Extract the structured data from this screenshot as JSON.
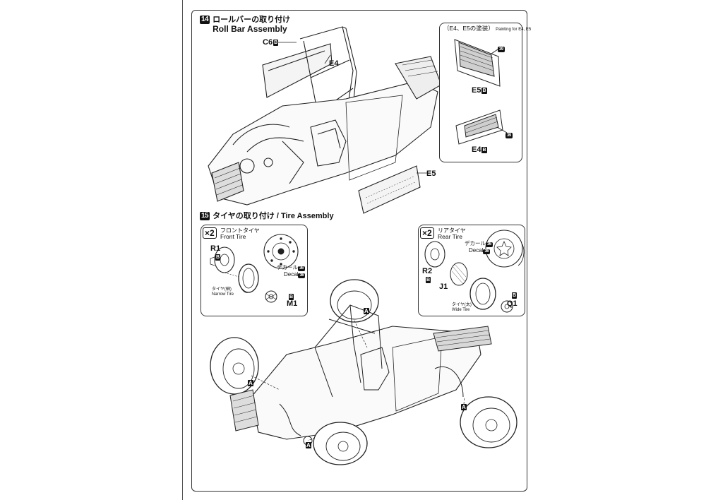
{
  "step14": {
    "number": "14",
    "title_jp": "ロールバーの取り付け",
    "title_en": "Roll Bar Assembly",
    "labels": {
      "c6": "C6",
      "c6_mark": "B",
      "e4": "E4",
      "e5": "E5"
    },
    "inset": {
      "title": "（E4、E5の塗装）",
      "subtitle": "Painting for E4, E5",
      "e5_label": "E5",
      "e5_mark": "B",
      "e4_label": "E4",
      "e4_mark": "B",
      "color_mark": "39"
    }
  },
  "step15": {
    "number": "15",
    "title": "タイヤの取り付け / Tire Assembly",
    "front": {
      "multiplier": "×2",
      "title_jp": "フロントタイヤ",
      "title_en": "Front Tire",
      "r1": "R1",
      "r1_mark": "B",
      "decal_jp": "デカール",
      "decal_en": "Decal",
      "decal_num": "36",
      "tire_jp": "タイヤ(細)",
      "tire_en": "Narrow Tire",
      "m1": "M1",
      "m1_mark": "B"
    },
    "rear": {
      "multiplier": "×2",
      "title_jp": "リアタイヤ",
      "title_en": "Rear Tire",
      "decal_jp": "デカール",
      "decal_en": "Decal",
      "decal_num": "36",
      "r2": "R2",
      "r2_mark": "B",
      "j1": "J1",
      "q1": "Q1",
      "q1_mark": "B",
      "tire_jp": "タイヤ(太)",
      "tire_en": "Wide Tire"
    },
    "assembly_marks": {
      "a": "A"
    }
  }
}
